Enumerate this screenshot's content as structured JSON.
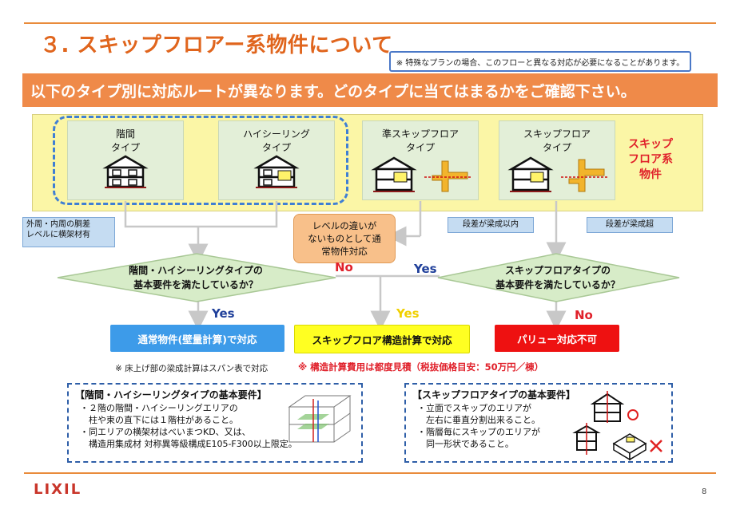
{
  "title": "３. スキップフロアー系物件について",
  "note": "※ 特殊なプランの場合、このフローと異なる対応が必要になることがあります。",
  "banner": "以下のタイプ別に対応ルートが異なります。どのタイプに当てはまるかをご確認下さい。",
  "types": [
    {
      "label": "階間\nタイプ"
    },
    {
      "label": "ハイシーリング\nタイプ"
    },
    {
      "label": "準スキップフロア\nタイプ"
    },
    {
      "label": "スキップフロア\nタイプ"
    }
  ],
  "skip_group_label": "スキップ\nフロア系\n物件",
  "notes_blue": {
    "outer_perimeter": "外周・内周の胴差\nレベルに横架材有",
    "step_within": "段差が梁成以内",
    "step_over": "段差が梁成超"
  },
  "orange_note": "レベルの違いが\nないものとして通\n常物件対応",
  "decisions": {
    "left": "階間・ハイシーリングタイプの\n基本要件を満たしているか？",
    "right": "スキップフロアタイプの\n基本要件を満たしているか？"
  },
  "labels": {
    "no_left": "No",
    "yes_right": "Yes",
    "yes_left": "Yes",
    "yes_center": "Yes",
    "no_right": "No"
  },
  "results": {
    "normal": "通常物件(壁量計算)で対応",
    "skip_calc": "スキップフロア構造計算で対応",
    "unavailable": "パリュー対応不可"
  },
  "result_notes": {
    "left": "※ 床上げ部の梁成計算はスパン表で対応",
    "center": "※ 構造計算費用は都度見積（税抜価格目安：50万円／棟）"
  },
  "requirements": {
    "left_title": "【階間・ハイシーリングタイプの基本要件】",
    "left_text": "・２階の階間・ハイシーリングエリアの\n　柱や束の直下には１階柱があること。\n・同エリアの横架材はべいまつKD、又は、\n　構造用集成材 対称異等級構成E105-F300以上限定。",
    "right_title": "【スキップフロアタイプの基本要件】",
    "right_text": "・立面でスキップのエリアが\n　左右に垂直分割出来ること。\n・階層毎にスキップのエリアが\n　同一形状であること。"
  },
  "footer": {
    "logo": "LIXIL",
    "page": "8"
  },
  "colors": {
    "accent_orange": "#ef8a49",
    "result_blue": "#3d9be9",
    "result_yellow": "#ffff22",
    "result_red": "#ee1111",
    "decision_fill": "#d7ecc8",
    "yes_blue": "#1f3f9a",
    "no_red": "#e0202a",
    "yes_yellow": "#f0d000"
  }
}
